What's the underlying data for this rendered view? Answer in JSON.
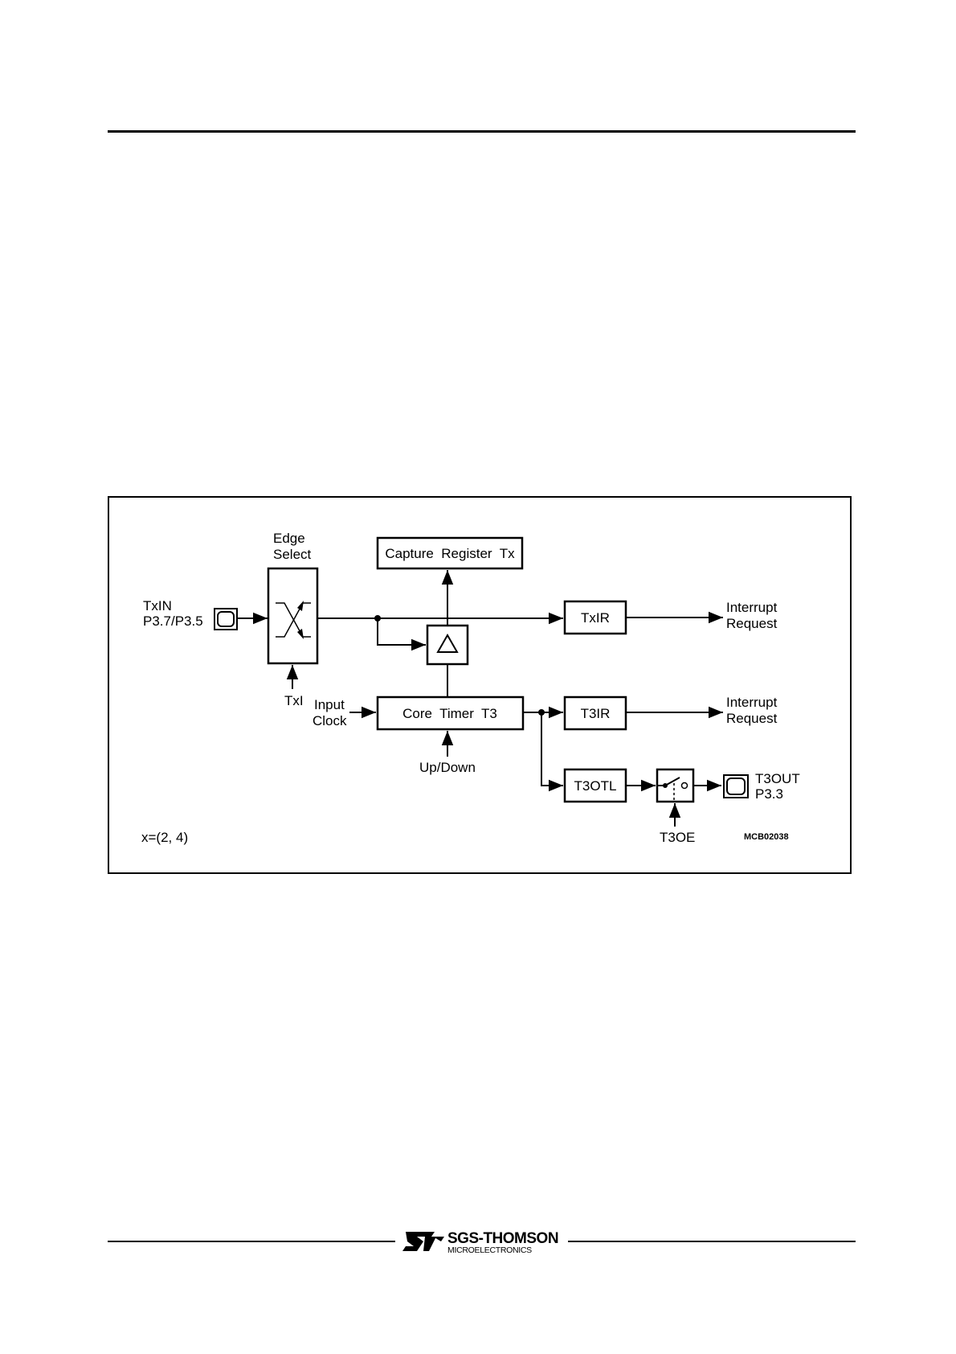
{
  "diagram": {
    "edge_select_label": [
      "Edge",
      "Select"
    ],
    "txin_label": [
      "TxIN",
      "P3.7/P3.5"
    ],
    "txi_label": "TxI",
    "capture_register_label": "Capture  Register  Tx",
    "txir_label": "TxIR",
    "interrupt_request_1": [
      "Interrupt",
      "Request"
    ],
    "input_clock_label": [
      "Input",
      "Clock"
    ],
    "core_timer_label": "Core  Timer  T3",
    "t3ir_label": "T3IR",
    "interrupt_request_2": [
      "Interrupt",
      "Request"
    ],
    "updown_label": "Up/Down",
    "t3otl_label": "T3OTL",
    "t3oe_label": "T3OE",
    "t3out_label": [
      "T3OUT",
      "P3.3"
    ],
    "x_note": "x=(2, 4)",
    "figure_code": "MCB02038"
  },
  "footer": {
    "logo_name": "SGS-THOMSON",
    "logo_sub": "MICROELECTRONICS",
    "logo_mark": "ST"
  }
}
